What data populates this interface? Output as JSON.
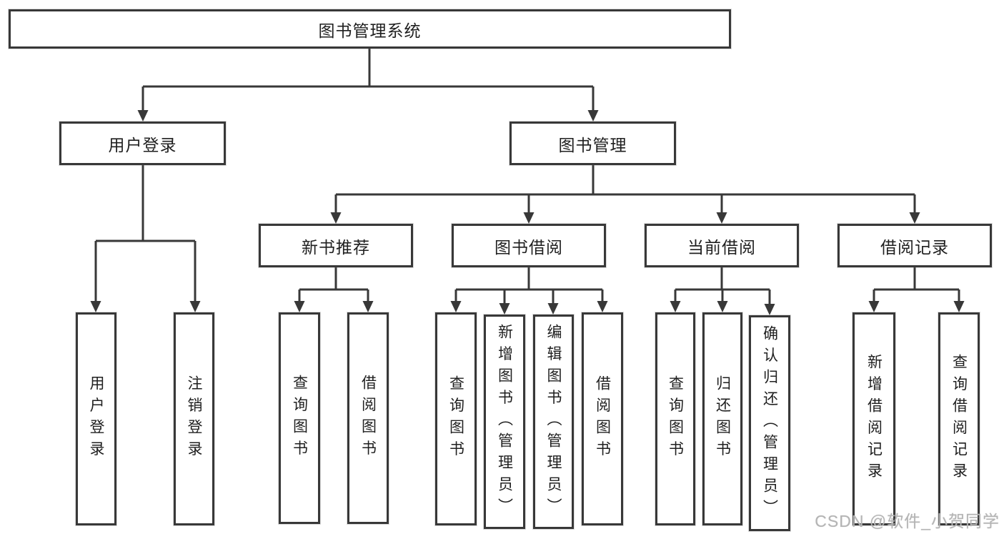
{
  "diagram": {
    "root": {
      "label": "图书管理系统"
    },
    "level2": [
      {
        "label": "用户登录"
      },
      {
        "label": "图书管理"
      }
    ],
    "level3": [
      {
        "label": "新书推荐"
      },
      {
        "label": "图书借阅"
      },
      {
        "label": "当前借阅"
      },
      {
        "label": "借阅记录"
      }
    ],
    "leaf_groups": [
      {
        "parent": "用户登录",
        "items": [
          "用户登录",
          "注销登录"
        ]
      },
      {
        "parent": "新书推荐",
        "items": [
          "查询图书",
          "借阅图书"
        ]
      },
      {
        "parent": "图书借阅",
        "items": [
          "查询图书",
          "新增图书（管理员）",
          "编辑图书（管理员）",
          "借阅图书"
        ]
      },
      {
        "parent": "当前借阅",
        "items": [
          "查询图书",
          "归还图书",
          "确认归还（管理员）"
        ]
      },
      {
        "parent": "借阅记录",
        "items": [
          "新增借阅记录",
          "查询借阅记录"
        ]
      }
    ]
  },
  "watermark": "CSDN @软件_小贺同学",
  "colors": {
    "line": "#383838",
    "box_border": "#383838",
    "text": "#1f1f1f",
    "watermark": "#b4b4b4",
    "background": "#ffffff"
  }
}
